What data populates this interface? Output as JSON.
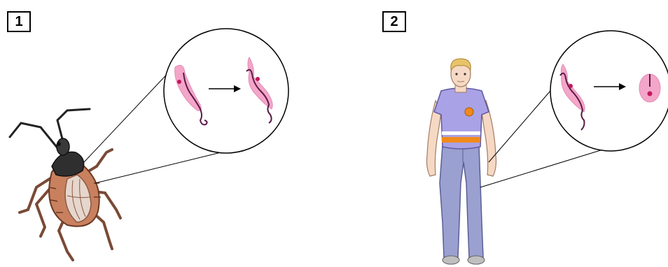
{
  "panels": [
    {
      "label": "1",
      "subject": "insect-vector",
      "stage_from": "epimastigote",
      "stage_to": "trypomastigote"
    },
    {
      "label": "2",
      "subject": "human-host",
      "stage_from": "trypomastigote",
      "stage_to": "amastigote"
    }
  ],
  "colors": {
    "parasite_body": "#f4a6c8",
    "parasite_nucleus": "#c2185b",
    "flagellum": "#5b1a47",
    "shirt": "#a9a2e6",
    "jeans": "#9aa0d0",
    "belt_stripe": "#f08a1c",
    "bug_body": "#c9805e",
    "bug_head": "#2f2f2f"
  }
}
